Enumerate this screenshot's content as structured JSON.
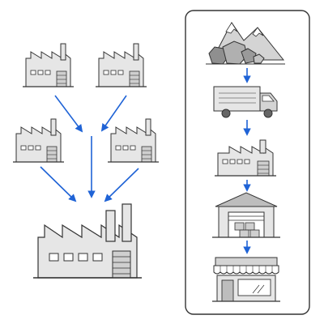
{
  "diagram": {
    "left_panel": {
      "small_factories": [
        "factory-top-left",
        "factory-top-right",
        "factory-mid-left",
        "factory-mid-right"
      ],
      "large_factory": "factory-main",
      "arrow_color": "#1f63d6"
    },
    "supply_chain_panel": {
      "steps": [
        "raw-materials",
        "truck",
        "factory",
        "warehouse",
        "store"
      ],
      "arrow_color": "#1f63d6",
      "border_color": "#333333"
    },
    "colors": {
      "fill_light": "#e6e6e6",
      "fill_mid": "#cfcfcf",
      "fill_dark": "#9a9a9a",
      "stroke": "#333333"
    }
  }
}
